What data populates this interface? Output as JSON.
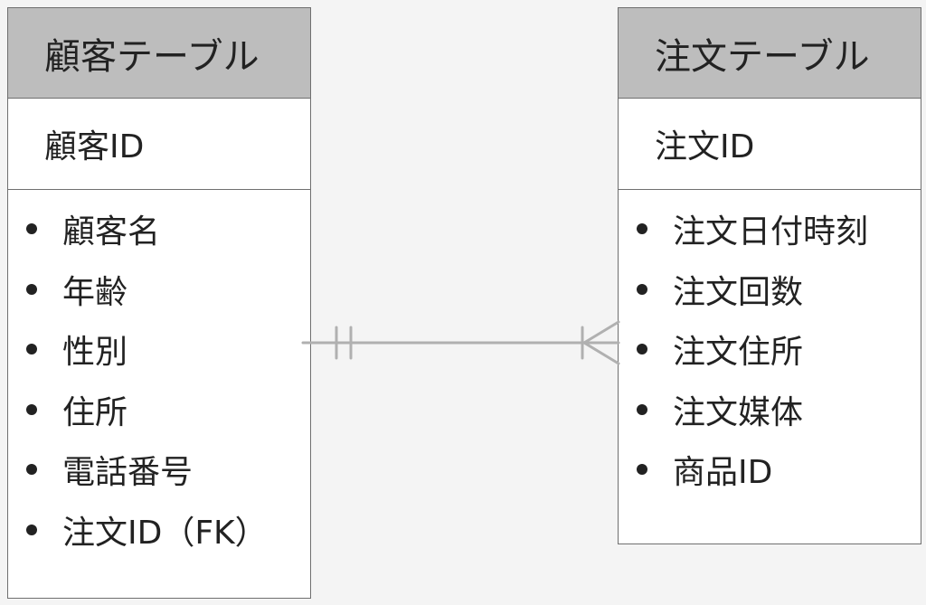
{
  "entities": {
    "customer": {
      "title": "顧客テーブル",
      "primary_key": "顧客ID",
      "attributes": [
        {
          "label": "顧客名"
        },
        {
          "label": "年齢"
        },
        {
          "label": "性別"
        },
        {
          "label": "住所"
        },
        {
          "label": "電話番号"
        },
        {
          "label": "注文ID（FK）"
        }
      ]
    },
    "order": {
      "title": "注文テーブル",
      "primary_key": "注文ID",
      "attributes": [
        {
          "label": "注文日付時刻"
        },
        {
          "label": "注文回数"
        },
        {
          "label": "注文住所"
        },
        {
          "label": "注文媒体"
        },
        {
          "label": "商品ID"
        }
      ]
    }
  },
  "relationship": {
    "from": "顧客テーブル",
    "to": "注文テーブル",
    "from_cardinality": "exactly-one",
    "to_cardinality": "one-or-many"
  },
  "colors": {
    "header_fill": "#bdbdbd",
    "border": "#6f6f6f",
    "connector": "#b0b0b0",
    "text": "#222222",
    "background": "#f4f4f4"
  }
}
